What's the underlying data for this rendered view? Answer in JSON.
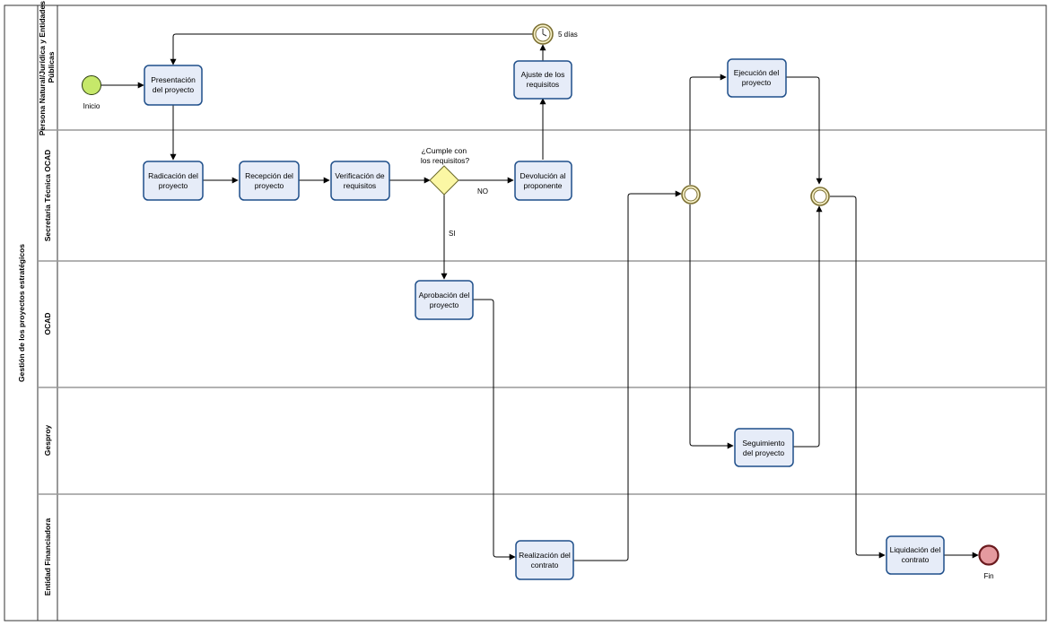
{
  "pool": {
    "title": "Gestión de los proyectos estratégicos"
  },
  "lanes": [
    {
      "id": "persona",
      "title_lines": [
        "Persona Natural/Jurídica y Entidades",
        "Públicas"
      ]
    },
    {
      "id": "secretaria",
      "title_lines": [
        "Secretaria Técnica OCAD"
      ]
    },
    {
      "id": "ocad",
      "title_lines": [
        "OCAD"
      ]
    },
    {
      "id": "gesproy",
      "title_lines": [
        "Gesproy"
      ]
    },
    {
      "id": "entidad",
      "title_lines": [
        "Entidad Financiadora"
      ]
    }
  ],
  "events": {
    "start": {
      "label": "Inicio"
    },
    "end": {
      "label": "Fin"
    },
    "timer": {
      "label": "5 días"
    }
  },
  "gateway": {
    "question_lines": [
      "¿Cumple con",
      "los requisitos?"
    ],
    "yes_label": "SI",
    "no_label": "NO"
  },
  "tasks": {
    "presentacion": [
      "Presentación",
      "del proyecto"
    ],
    "radicacion": [
      "Radicación del",
      "proyecto"
    ],
    "recepcion": [
      "Recepción del",
      "proyecto"
    ],
    "verificacion": [
      "Verificación de",
      "requisitos"
    ],
    "devolucion": [
      "Devolución al",
      "proponente"
    ],
    "ajuste": [
      "Ajuste de  los",
      "requisitos"
    ],
    "aprobacion": [
      "Aprobación del",
      "proyecto"
    ],
    "ejecucion": [
      "Ejecución del",
      "proyecto"
    ],
    "seguimiento": [
      "Seguimiento",
      "del proyecto"
    ],
    "realizacion": [
      "Realización del",
      "contrato"
    ],
    "liquidacion": [
      "Liquidación del",
      "contrato"
    ]
  }
}
